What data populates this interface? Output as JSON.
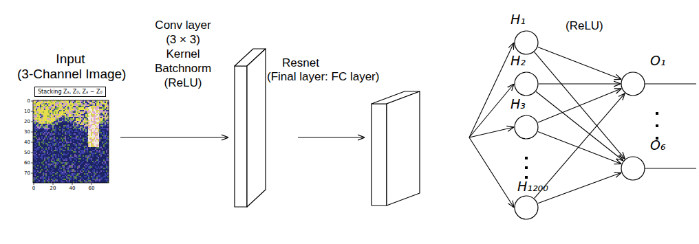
{
  "diagram": {
    "nodes": [
      {
        "text": [
          "Input",
          "(3-Channel Image)"
        ]
      },
      {
        "text": [
          "Conv layer (3 × 3) Kernel Batchnorm (ReLU)"
        ]
      },
      {
        "text": [
          "Resnet",
          "(Final layer: FC layer)"
        ]
      },
      {
        "text": [
          "H₁"
        ]
      },
      {
        "text": [
          "H₂"
        ]
      },
      {
        "text": [
          "H₃"
        ]
      },
      {
        "text": [
          "H₁₂₀₀"
        ]
      },
      {
        "text": [
          "O₁"
        ]
      },
      {
        "text": [
          "O₆"
        ]
      }
    ],
    "edges": [
      {
        "from": 0,
        "to": 1,
        "arrow": "to"
      },
      {
        "from": 1,
        "to": 2,
        "arrow": "to"
      },
      {
        "from": 2,
        "to": 3,
        "arrow": "to"
      },
      {
        "from": 2,
        "to": 4,
        "arrow": "to"
      },
      {
        "from": 2,
        "to": 5,
        "arrow": "to"
      },
      {
        "from": 2,
        "to": 6,
        "arrow": "to"
      },
      {
        "from": 3,
        "to": 7,
        "arrow": "to"
      },
      {
        "from": 3,
        "to": 8,
        "arrow": "to"
      },
      {
        "from": 4,
        "to": 7,
        "arrow": "to"
      },
      {
        "from": 4,
        "to": 8,
        "arrow": "to"
      },
      {
        "from": 5,
        "to": 7,
        "arrow": "to"
      },
      {
        "from": 5,
        "to": 8,
        "arrow": "to"
      },
      {
        "from": 6,
        "to": 7,
        "arrow": "to"
      },
      {
        "from": 6,
        "to": 8,
        "arrow": "to"
      }
    ],
    "labels": [
      "Stacking Zₐ, Z₀, Zₐ − Z₀",
      "0",
      "10",
      "20",
      "30",
      "40",
      "50",
      "60",
      "70",
      "0",
      "20",
      "40",
      "60",
      "(ReLU)"
    ]
  }
}
